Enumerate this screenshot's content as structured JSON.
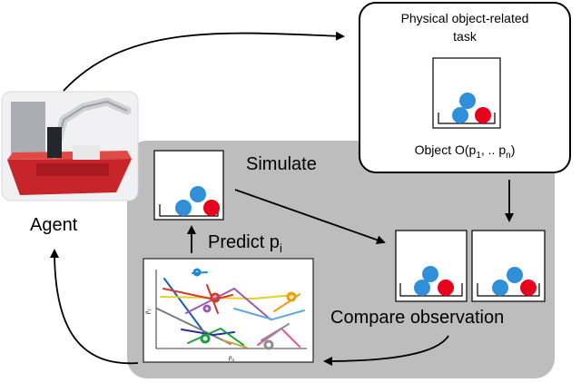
{
  "task": {
    "title_line1": "Physical object-related",
    "title_line2": "task",
    "object_label": "Object O(p",
    "object_sub1": "1",
    "object_mid": ", .. p",
    "object_sub2": "n",
    "object_end": ")"
  },
  "simulate_label": "Simulate",
  "predict": {
    "label": "Predict p",
    "sub": "i"
  },
  "compare_label": "Compare observation",
  "agent_label": "Agent",
  "plot": {
    "xlabel": "p",
    "xlabel_sub": "a",
    "ylabel": "p",
    "ylabel_sub": "1"
  },
  "colors": {
    "ball_blue": "#2f8fd8",
    "ball_red": "#e8001c",
    "sim_region": "#bdbdbd",
    "robot_bin": "#c8252a"
  }
}
